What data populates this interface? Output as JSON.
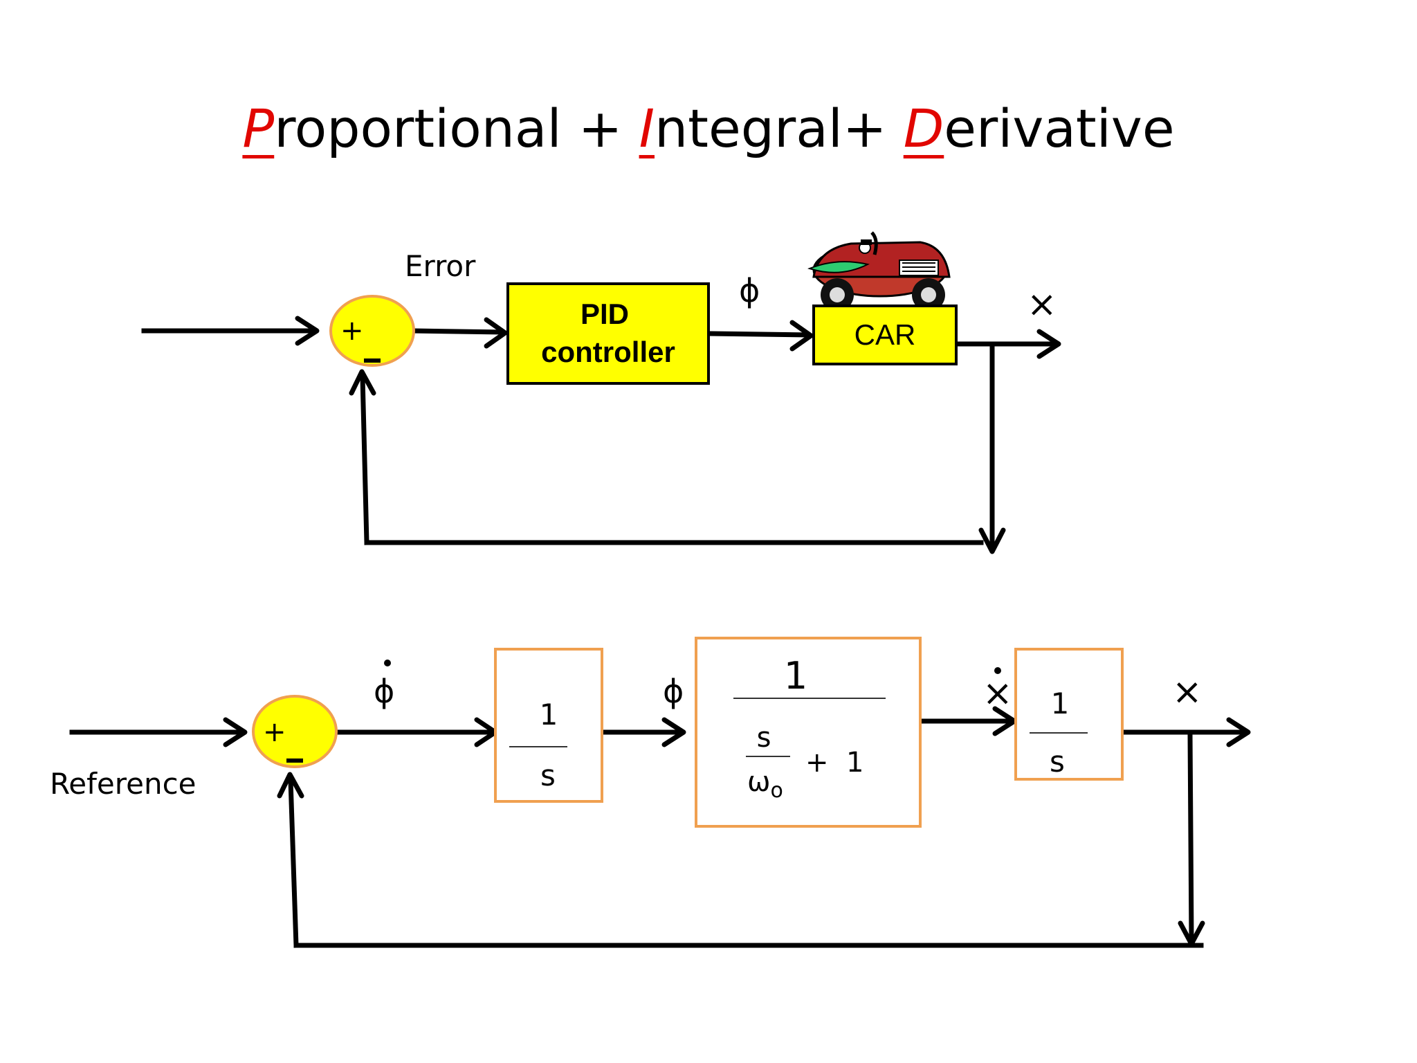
{
  "title": {
    "p_cap": "P",
    "p_rest": "roportional + ",
    "i_cap": "I",
    "i_rest": "ntegral+ ",
    "d_cap": "D",
    "d_rest": "erivative"
  },
  "top_loop": {
    "error_label": "Error",
    "pid_line1": "PID",
    "pid_line2": "controller",
    "phi_label": "ϕ",
    "car_label": "CAR",
    "output_label": "×",
    "sum_plus": "+"
  },
  "bottom_loop": {
    "reference_label": "Reference",
    "phi_dot_label": "ϕ",
    "phi_label": "ϕ",
    "x_dot_label": "×",
    "output_label": "×",
    "sum_plus": "+",
    "integrator1": {
      "num": "1",
      "den": "s"
    },
    "plant": {
      "num": "1",
      "den_num": "s",
      "den_sub_base": "ω",
      "den_sub": "o",
      "den_plus": "+  1"
    },
    "integrator2": {
      "num": "1",
      "den": "s"
    }
  },
  "colors": {
    "title_accent": "#e10600",
    "block_fill": "#ffff00",
    "block_border_orange": "#f0a050",
    "line": "#000000"
  }
}
